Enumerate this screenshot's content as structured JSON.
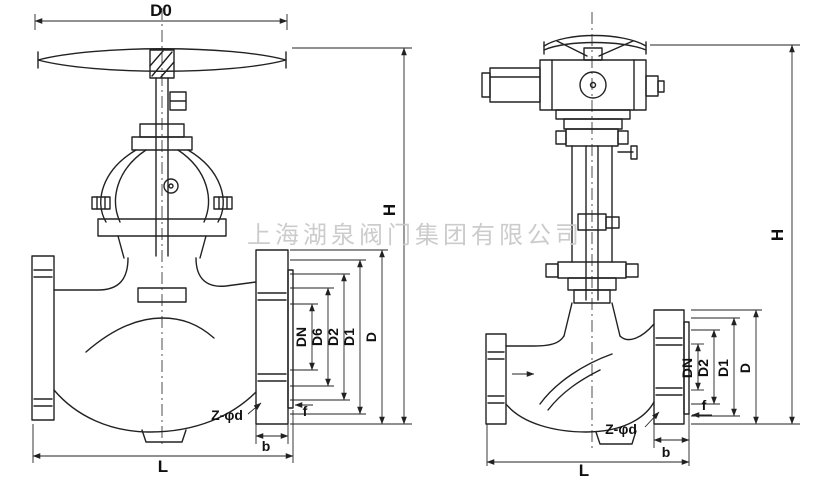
{
  "watermark": "上海湖泉阀门集团有限公司",
  "left_valve": {
    "dims": {
      "d0": "D0",
      "h": "H",
      "dn": "DN",
      "d6": "D6",
      "d2": "D2",
      "d1": "D1",
      "d": "D",
      "z": "Z-φd",
      "f": "f",
      "b": "b",
      "l": "L"
    }
  },
  "right_valve": {
    "dims": {
      "h": "H",
      "dn": "DN",
      "d2": "D2",
      "d1": "D1",
      "d": "D",
      "z": "Z-φd",
      "f": "f",
      "b": "b",
      "l": "L"
    }
  }
}
